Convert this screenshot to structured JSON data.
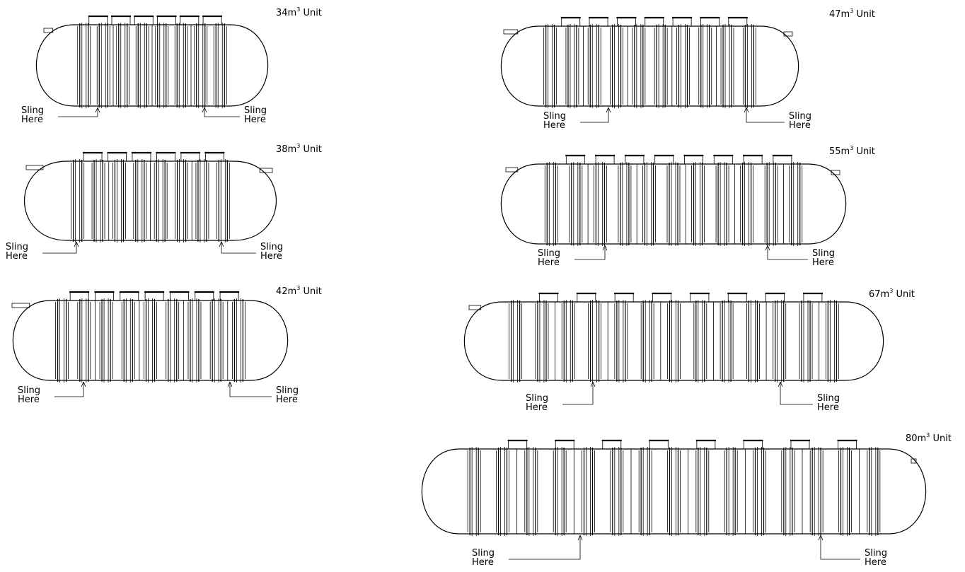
{
  "colors": {
    "ink": "#000000",
    "background": "#ffffff"
  },
  "sling_label": {
    "line1": "Sling",
    "line2": "Here"
  },
  "tanks": [
    {
      "label": "34m",
      "unit": "Unit",
      "ribs": 8,
      "lids": 6
    },
    {
      "label": "38m",
      "unit": "Unit",
      "ribs": 8,
      "lids": 6
    },
    {
      "label": "42m",
      "unit": "Unit",
      "ribs": 9,
      "lids": 7
    },
    {
      "label": "47m",
      "unit": "Unit",
      "ribs": 10,
      "lids": 7
    },
    {
      "label": "55m",
      "unit": "Unit",
      "ribs": 11,
      "lids": 8
    },
    {
      "label": "67m",
      "unit": "Unit",
      "ribs": 13,
      "lids": 8
    },
    {
      "label": "80m",
      "unit": "Unit",
      "ribs": 15,
      "lids": 8
    }
  ]
}
